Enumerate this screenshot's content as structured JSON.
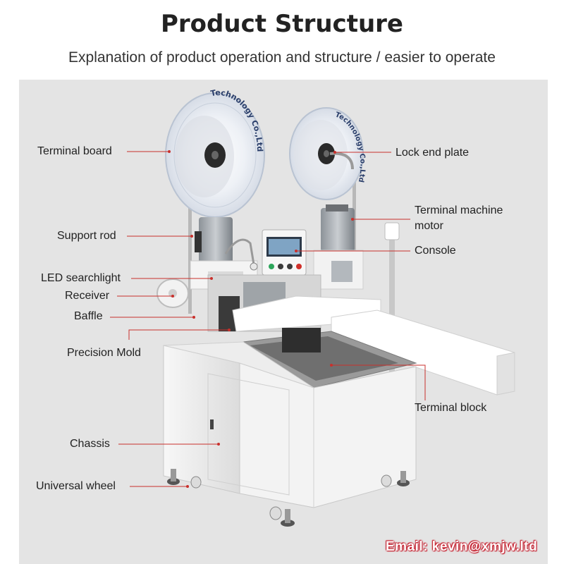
{
  "header": {
    "title": "Product Structure",
    "subtitle": "Explanation of product operation and structure / easier to operate"
  },
  "reel_text": {
    "left": "Technology Co.,Ltd",
    "right": "Technology Co.,Ltd"
  },
  "labels": {
    "terminal_board": "Terminal board",
    "support_rod": "Support rod",
    "led_searchlight": "LED searchlight",
    "receiver": "Receiver",
    "baffle": "Baffle",
    "precision_mold": "Precision Mold",
    "chassis": "Chassis",
    "universal_wheel": "Universal wheel",
    "lock_end_plate": "Lock end plate",
    "terminal_machine_motor_1": "Terminal machine",
    "terminal_machine_motor_2": "motor",
    "console": "Console",
    "terminal_block": "Terminal block"
  },
  "footer": {
    "email": "Email: kevin@xmjw.ltd"
  },
  "colors": {
    "leader_line": "#c9302c",
    "background": "#e4e4e4",
    "email_outline": "#c41b2a"
  }
}
